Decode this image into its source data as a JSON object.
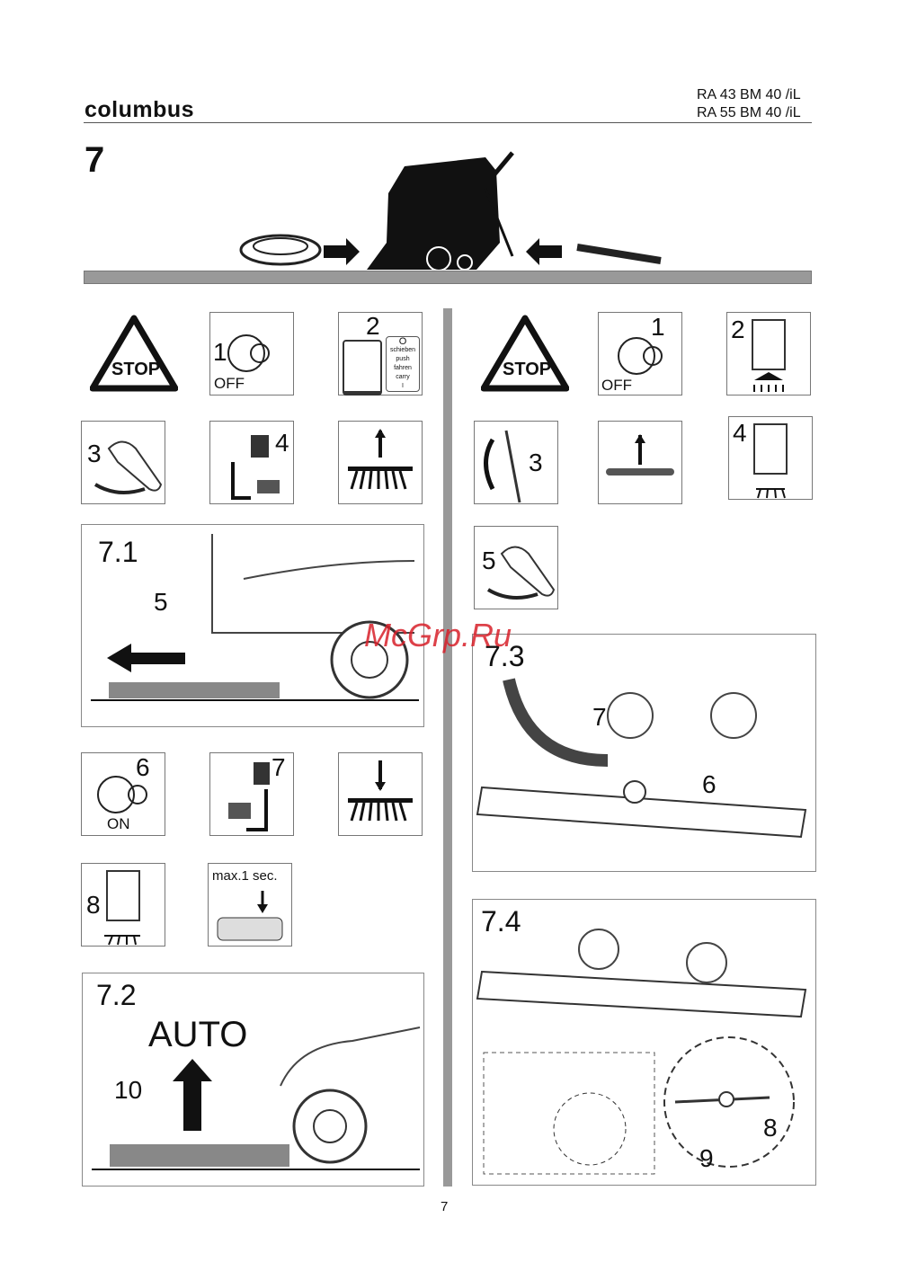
{
  "header": {
    "brand": "columbus",
    "models": [
      "RA 43 BM 40 /iL",
      "RA 55 BM 40 /iL"
    ]
  },
  "section": "7",
  "stop_sign": "STOP",
  "left": {
    "switch1": {
      "num": "1",
      "label": "OFF"
    },
    "switch2": {
      "num": "2",
      "o": "O",
      "push_de": "schieben",
      "push_en": "push",
      "carry_de": "fahren",
      "carry_en": "carry",
      "i": "I"
    },
    "step3": "3",
    "step4": "4",
    "panel71": {
      "title": "7.1",
      "num": "5"
    },
    "step6": {
      "num": "6",
      "label": "ON"
    },
    "step7": "7",
    "step8": "8",
    "max": "max.1 sec.",
    "panel72": {
      "title": "7.2",
      "auto": "AUTO",
      "num": "10"
    }
  },
  "right": {
    "switch1": {
      "num": "1",
      "label": "OFF"
    },
    "step2": "2",
    "step3": "3",
    "step4": "4",
    "step5": "5",
    "panel73": {
      "title": "7.3",
      "n7": "7",
      "n6": "6"
    },
    "panel74": {
      "title": "7.4",
      "n9": "9",
      "n8": "8"
    }
  },
  "watermark": "McGrp.Ru",
  "page_number": "7"
}
